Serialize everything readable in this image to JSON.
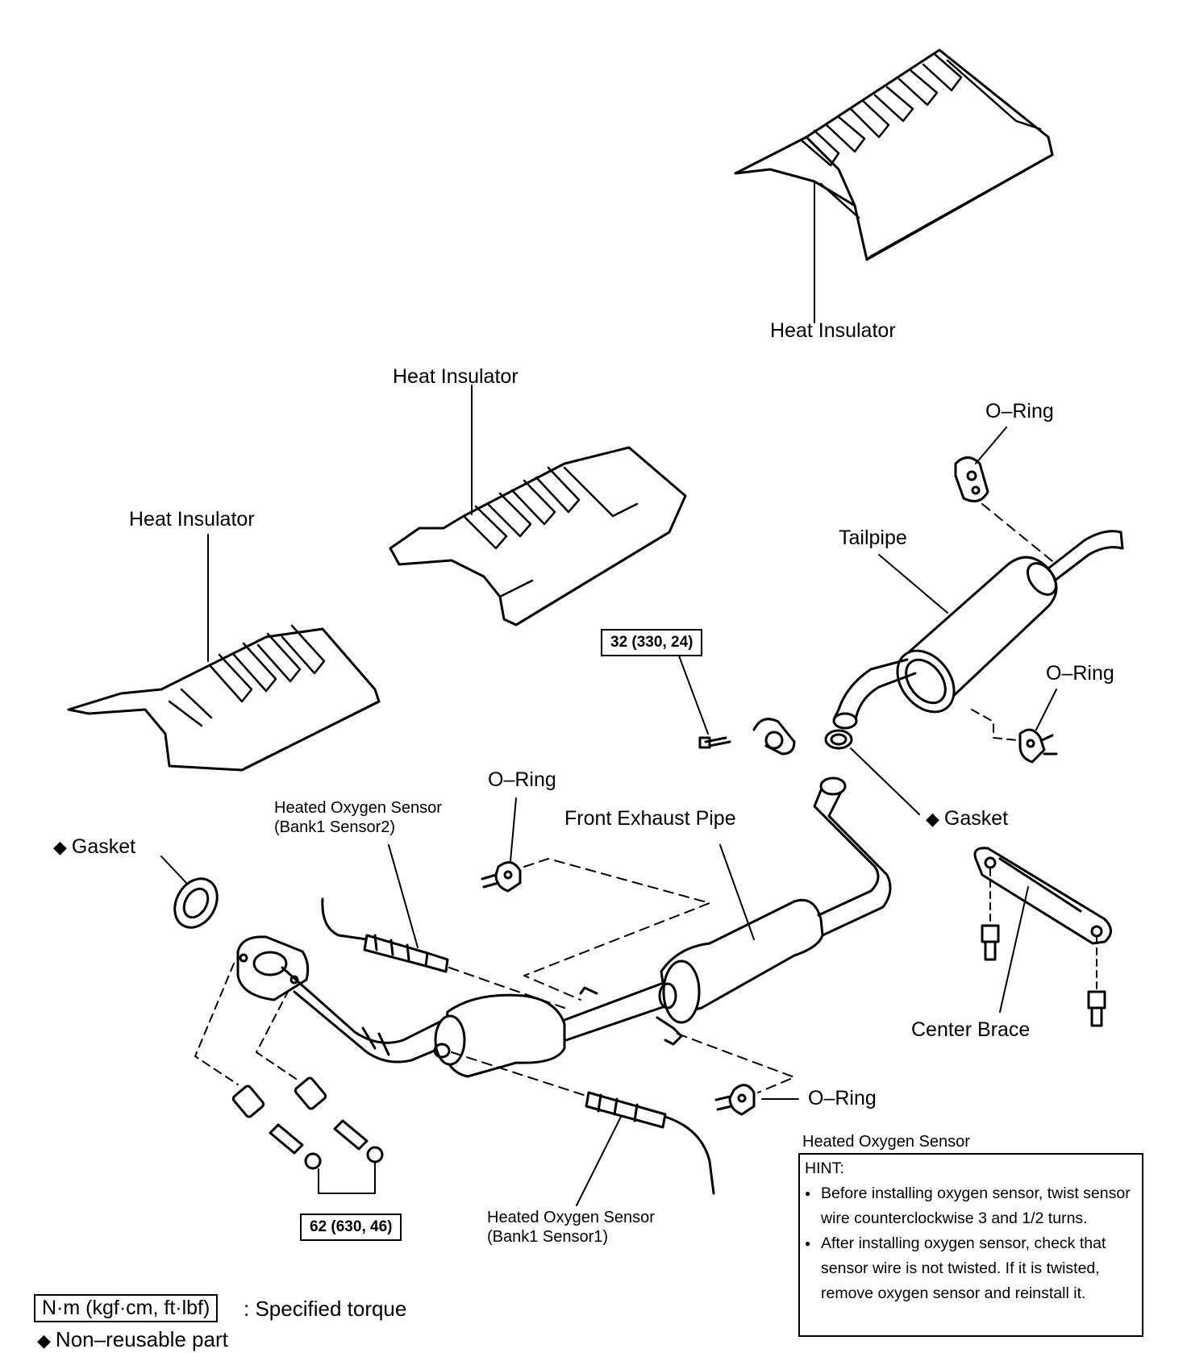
{
  "labels": {
    "heat_insulator_top": "Heat Insulator",
    "heat_insulator_mid": "Heat Insulator",
    "heat_insulator_left": "Heat Insulator",
    "o_ring_top": "O–Ring",
    "tailpipe": "Tailpipe",
    "o_ring_right": "O–Ring",
    "o_ring_mid": "O–Ring",
    "o_ring_bottom": "O–Ring",
    "gasket_right": "Gasket",
    "gasket_left": "Gasket",
    "front_exhaust_pipe": "Front Exhaust Pipe",
    "center_brace": "Center Brace",
    "sensor2_line1": "Heated Oxygen Sensor",
    "sensor2_line2": "(Bank1 Sensor2)",
    "sensor1_line1": "Heated Oxygen Sensor",
    "sensor1_line2": "(Bank1 Sensor1)"
  },
  "torque": {
    "tailpipe_clamp": "32 (330, 24)",
    "front_pipe_bolts": "62 (630, 46)"
  },
  "hint": {
    "title": "Heated Oxygen Sensor",
    "heading": "HINT:",
    "items": [
      "Before installing oxygen sensor, twist sensor wire counterclockwise 3 and 1/2 turns.",
      "After installing oxygen sensor, check that sensor wire is not twisted. If it is twisted, remove oxygen sensor and reinstall it."
    ]
  },
  "legend": {
    "torque_units": "N·m (kgf·cm, ft·lbf)",
    "torque_meaning": ": Specified torque",
    "non_reusable": "Non–reusable part"
  },
  "symbols": {
    "non_reusable_marker": "◆"
  }
}
